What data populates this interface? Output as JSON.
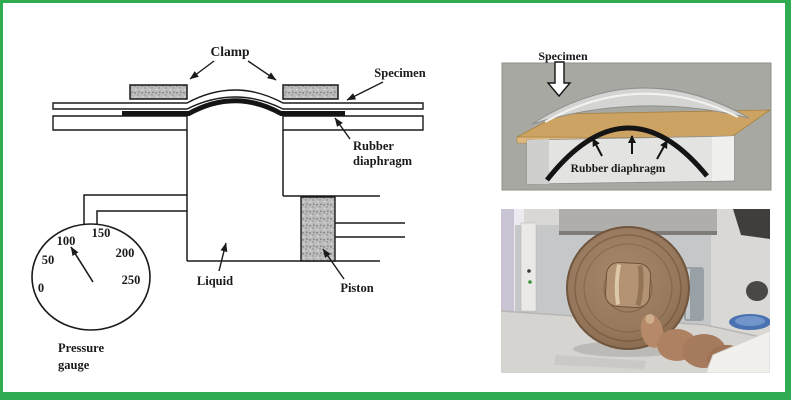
{
  "frame": {
    "border_color": "#2fac52",
    "background": "#ffffff"
  },
  "schematic": {
    "labels": {
      "clamp": "Clamp",
      "specimen": "Specimen",
      "rubber_line1": "Rubber",
      "rubber_line2": "diaphragm",
      "liquid": "Liquid",
      "piston": "Piston",
      "gauge_line1": "Pressure",
      "gauge_line2": "gauge"
    },
    "gauge": {
      "ticks": [
        "0",
        "50",
        "100",
        "150",
        "200",
        "250"
      ],
      "needle_points_to": "100"
    },
    "colors": {
      "line": "#1a1a1a",
      "hatch_fill": "#bcbcbc"
    }
  },
  "render_panel": {
    "labels": {
      "specimen": "Specimen",
      "rubber_diaphragm": "Rubber diaphragm"
    },
    "colors": {
      "panel_bg": "#a8a8a3",
      "sheet_tan": "#cda363",
      "dome_gray": "#d4d4d2",
      "diaphragm_black": "#141414"
    }
  },
  "photo_panel": {
    "colors": {
      "machine_gray": "#c6c7c9",
      "disc_brown": "#97785c",
      "bump_tan": "#b39374",
      "hand_skin": "#b68a68",
      "dish_blue": "#4a72b2"
    }
  }
}
